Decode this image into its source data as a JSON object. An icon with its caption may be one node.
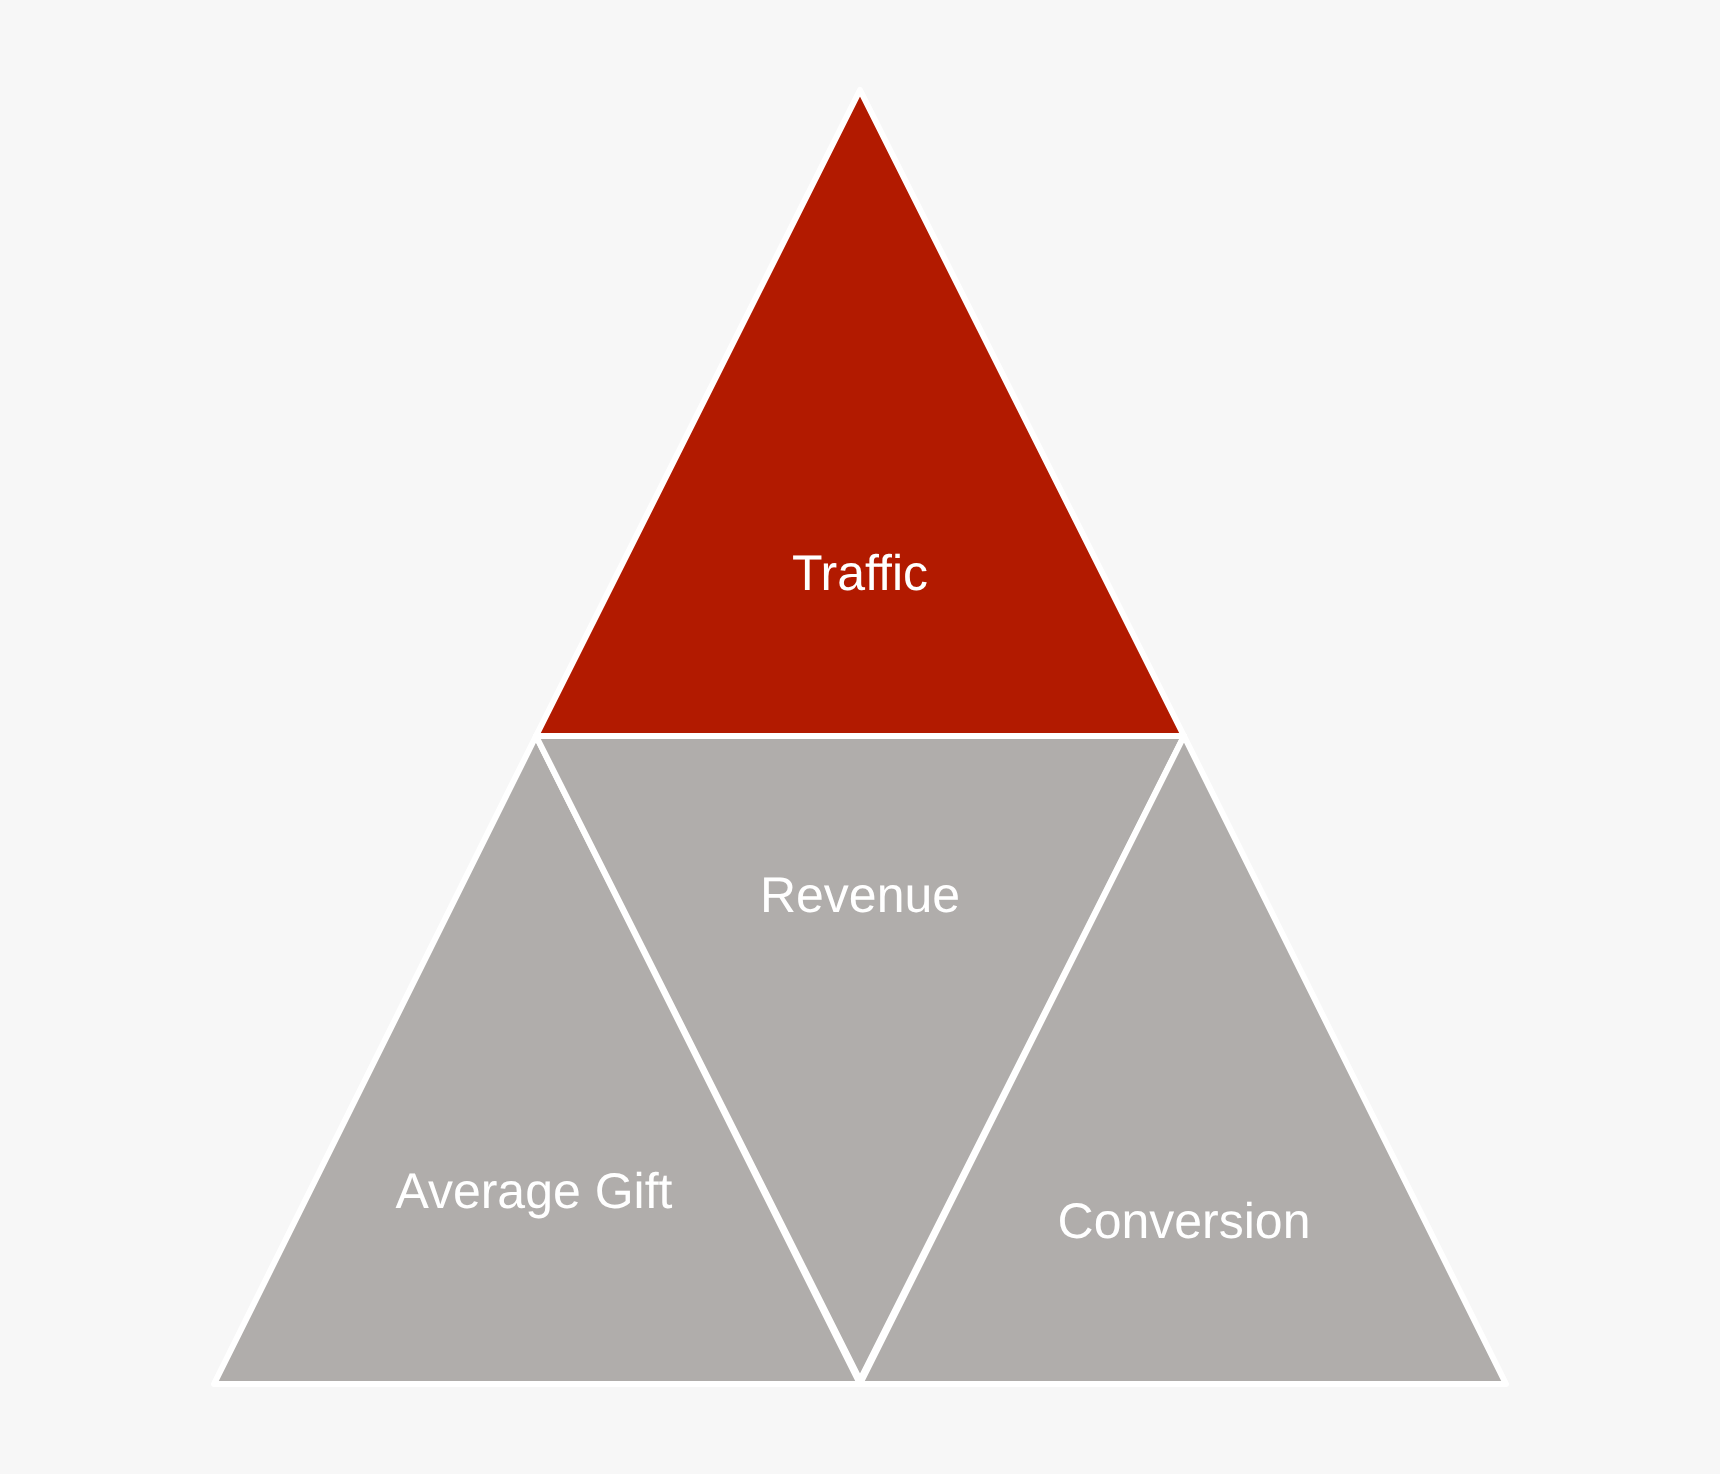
{
  "diagram": {
    "nodes": [
      {
        "text": [
          "Traffic"
        ]
      },
      {
        "text": [
          "Average Gift"
        ]
      },
      {
        "text": [
          "Revenue"
        ]
      },
      {
        "text": [
          "Conversion"
        ]
      }
    ]
  }
}
